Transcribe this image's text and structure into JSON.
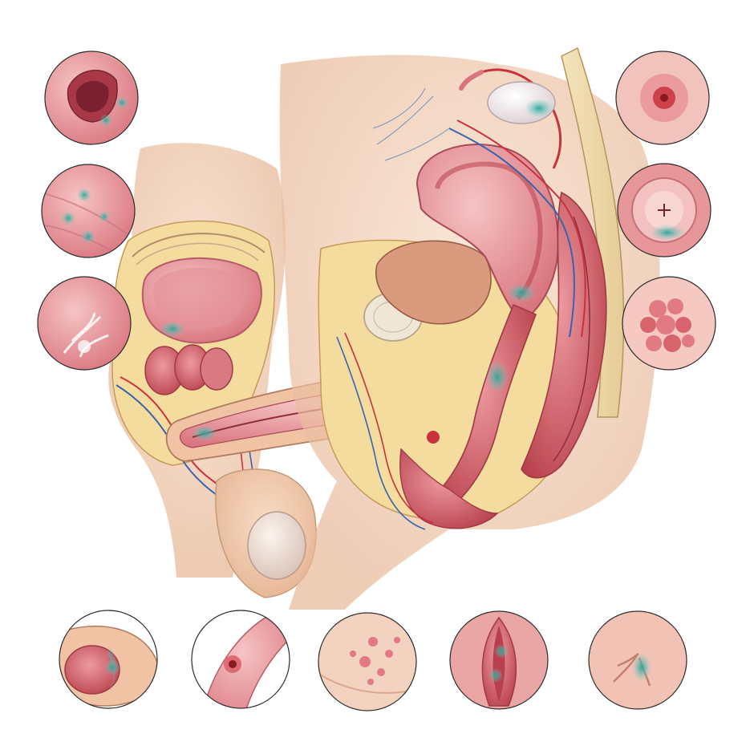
{
  "colors": {
    "background": "#ffffff",
    "skin": "#f2cdb0",
    "skin_shadow": "#e4b08c",
    "tissue_pink": "#e8909a",
    "tissue_red": "#c9505c",
    "fat_yellow": "#f3dc9e",
    "vein_blue": "#3a64b0",
    "artery_red": "#c8323c",
    "lesion_teal": "#3fb3a8",
    "bone": "#f0dcb0"
  },
  "insets": {
    "left": [
      {
        "id": "inset-oral-ulcer",
        "type": "mucosa"
      },
      {
        "id": "inset-skin-spots",
        "type": "skin"
      },
      {
        "id": "inset-tissue-scar",
        "type": "tissue"
      }
    ],
    "right": [
      {
        "id": "inset-red-lesion",
        "type": "skin"
      },
      {
        "id": "inset-cervix",
        "type": "mucosa"
      },
      {
        "id": "inset-warts",
        "type": "growth"
      }
    ],
    "bottom": [
      {
        "id": "inset-glans",
        "type": "male"
      },
      {
        "id": "inset-chancre",
        "type": "skin"
      },
      {
        "id": "inset-blisters",
        "type": "skin"
      },
      {
        "id": "inset-vulva",
        "type": "female"
      },
      {
        "id": "inset-perianal",
        "type": "skin"
      }
    ]
  }
}
